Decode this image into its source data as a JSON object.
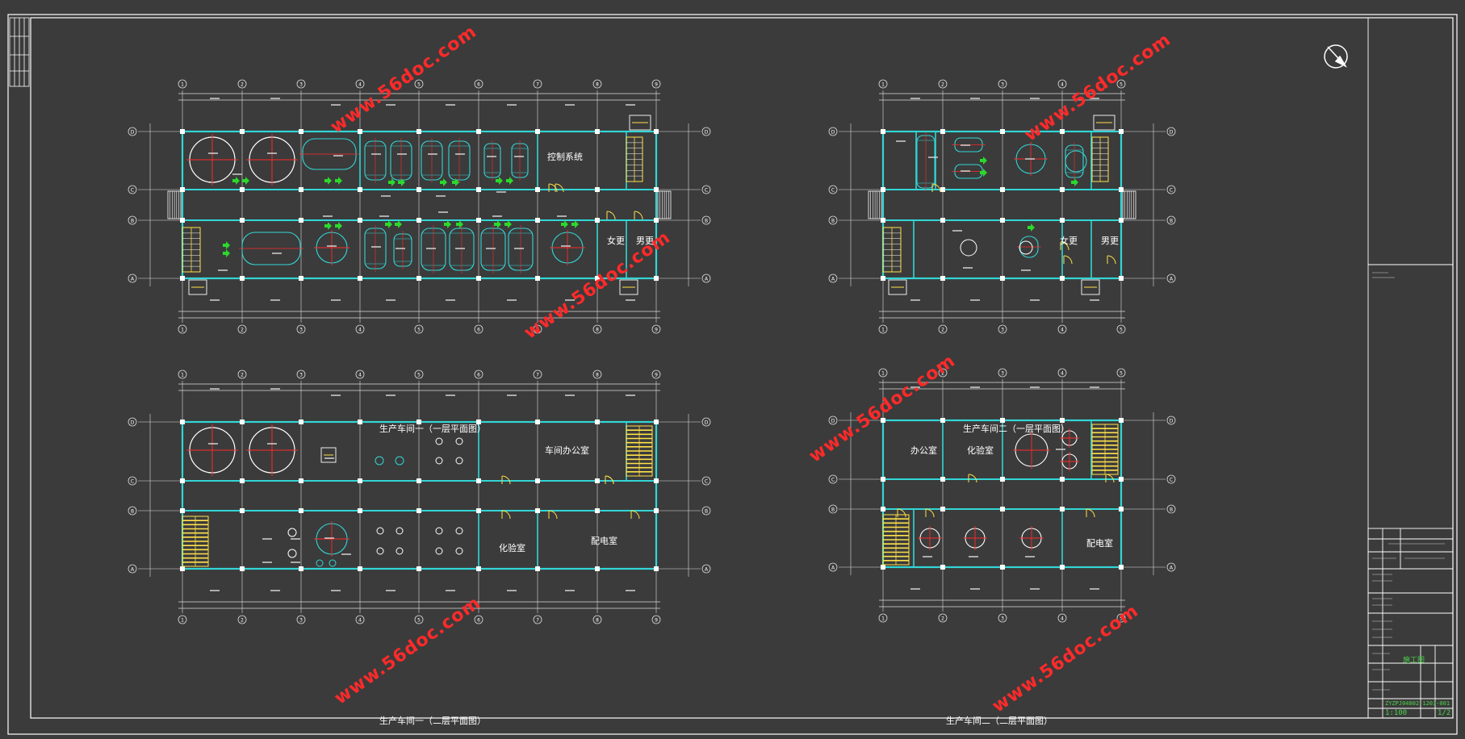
{
  "colors": {
    "background": "#3b3b3b",
    "frame": "#ffffff",
    "wall": "#33d6d6",
    "equipment": "#33d6d6",
    "axis": "#ff2a2a",
    "stair": "#ffe14a",
    "door": "#ffe14a",
    "arrow": "#2bd92b",
    "grid_line": "#dddddd",
    "watermark": "#ff2a2a",
    "titleblock_text": "#4bd24b"
  },
  "watermark": "www.56doc.com",
  "plans": {
    "w1_upper": {
      "rooms": {
        "control": "控制系统",
        "r1": "女更",
        "r2": "男更"
      }
    },
    "w1_lower": {
      "title": "生产车间一（一层平面图）",
      "rooms": {
        "office": "车间办公室",
        "r1": "化验室",
        "r2": "配电室"
      }
    },
    "w2_upper": {
      "rooms": {
        "r1": "女更",
        "r2": "男更"
      }
    },
    "w2_lower": {
      "title": "生产车间二（一层平面图）",
      "rooms": {
        "r1": "办公室",
        "r2": "化验室",
        "r3": "配电室"
      }
    }
  },
  "captions": {
    "left": "生产车间一（二层平面图）",
    "right": "生产车间二（二层平面图）"
  },
  "titleblock": {
    "drawing_no": "ZYZPJ04802-1203-001",
    "scale": "1:100",
    "sheet": "1/2",
    "name": "施工图"
  },
  "compass_icon": "north-arrow-icon"
}
